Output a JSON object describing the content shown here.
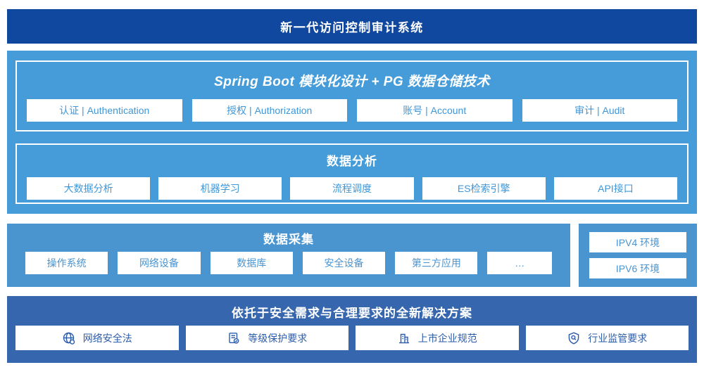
{
  "banner": {
    "title": "新一代访问控制审计系统"
  },
  "platform": {
    "modules": {
      "title": "Spring Boot 模块化设计 + PG 数据仓储技术",
      "items": [
        "认证 | Authentication",
        "授权 | Authorization",
        "账号 | Account",
        "审计 | Audit"
      ]
    },
    "analysis": {
      "title": "数据分析",
      "items": [
        "大数据分析",
        "机器学习",
        "流程调度",
        "ES检索引擎",
        "API接口"
      ]
    }
  },
  "collection": {
    "title": "数据采集",
    "items": [
      "操作系统",
      "网络设备",
      "数据库",
      "安全设备",
      "第三方应用",
      "…"
    ]
  },
  "environments": {
    "items": [
      "IPV4 环境",
      "IPV6 环境"
    ]
  },
  "solution": {
    "title": "依托于安全需求与合理要求的全新解决方案",
    "items": [
      {
        "icon": "globe-icon",
        "label": "网络安全法"
      },
      {
        "icon": "checklist-check-icon",
        "label": "等级保护要求"
      },
      {
        "icon": "building-icon",
        "label": "上市企业规范"
      },
      {
        "icon": "shield-search-icon",
        "label": "行业监管要求"
      }
    ]
  },
  "colors": {
    "banner-bg": "#0f489e",
    "platform-bg": "#459cd9",
    "collection-bg": "#4a94d0",
    "solution-bg": "#3566ae",
    "box-text-light": "#3e97d8",
    "box-text-collection": "#4a94d0",
    "box-text-solution": "#2b5caa"
  }
}
